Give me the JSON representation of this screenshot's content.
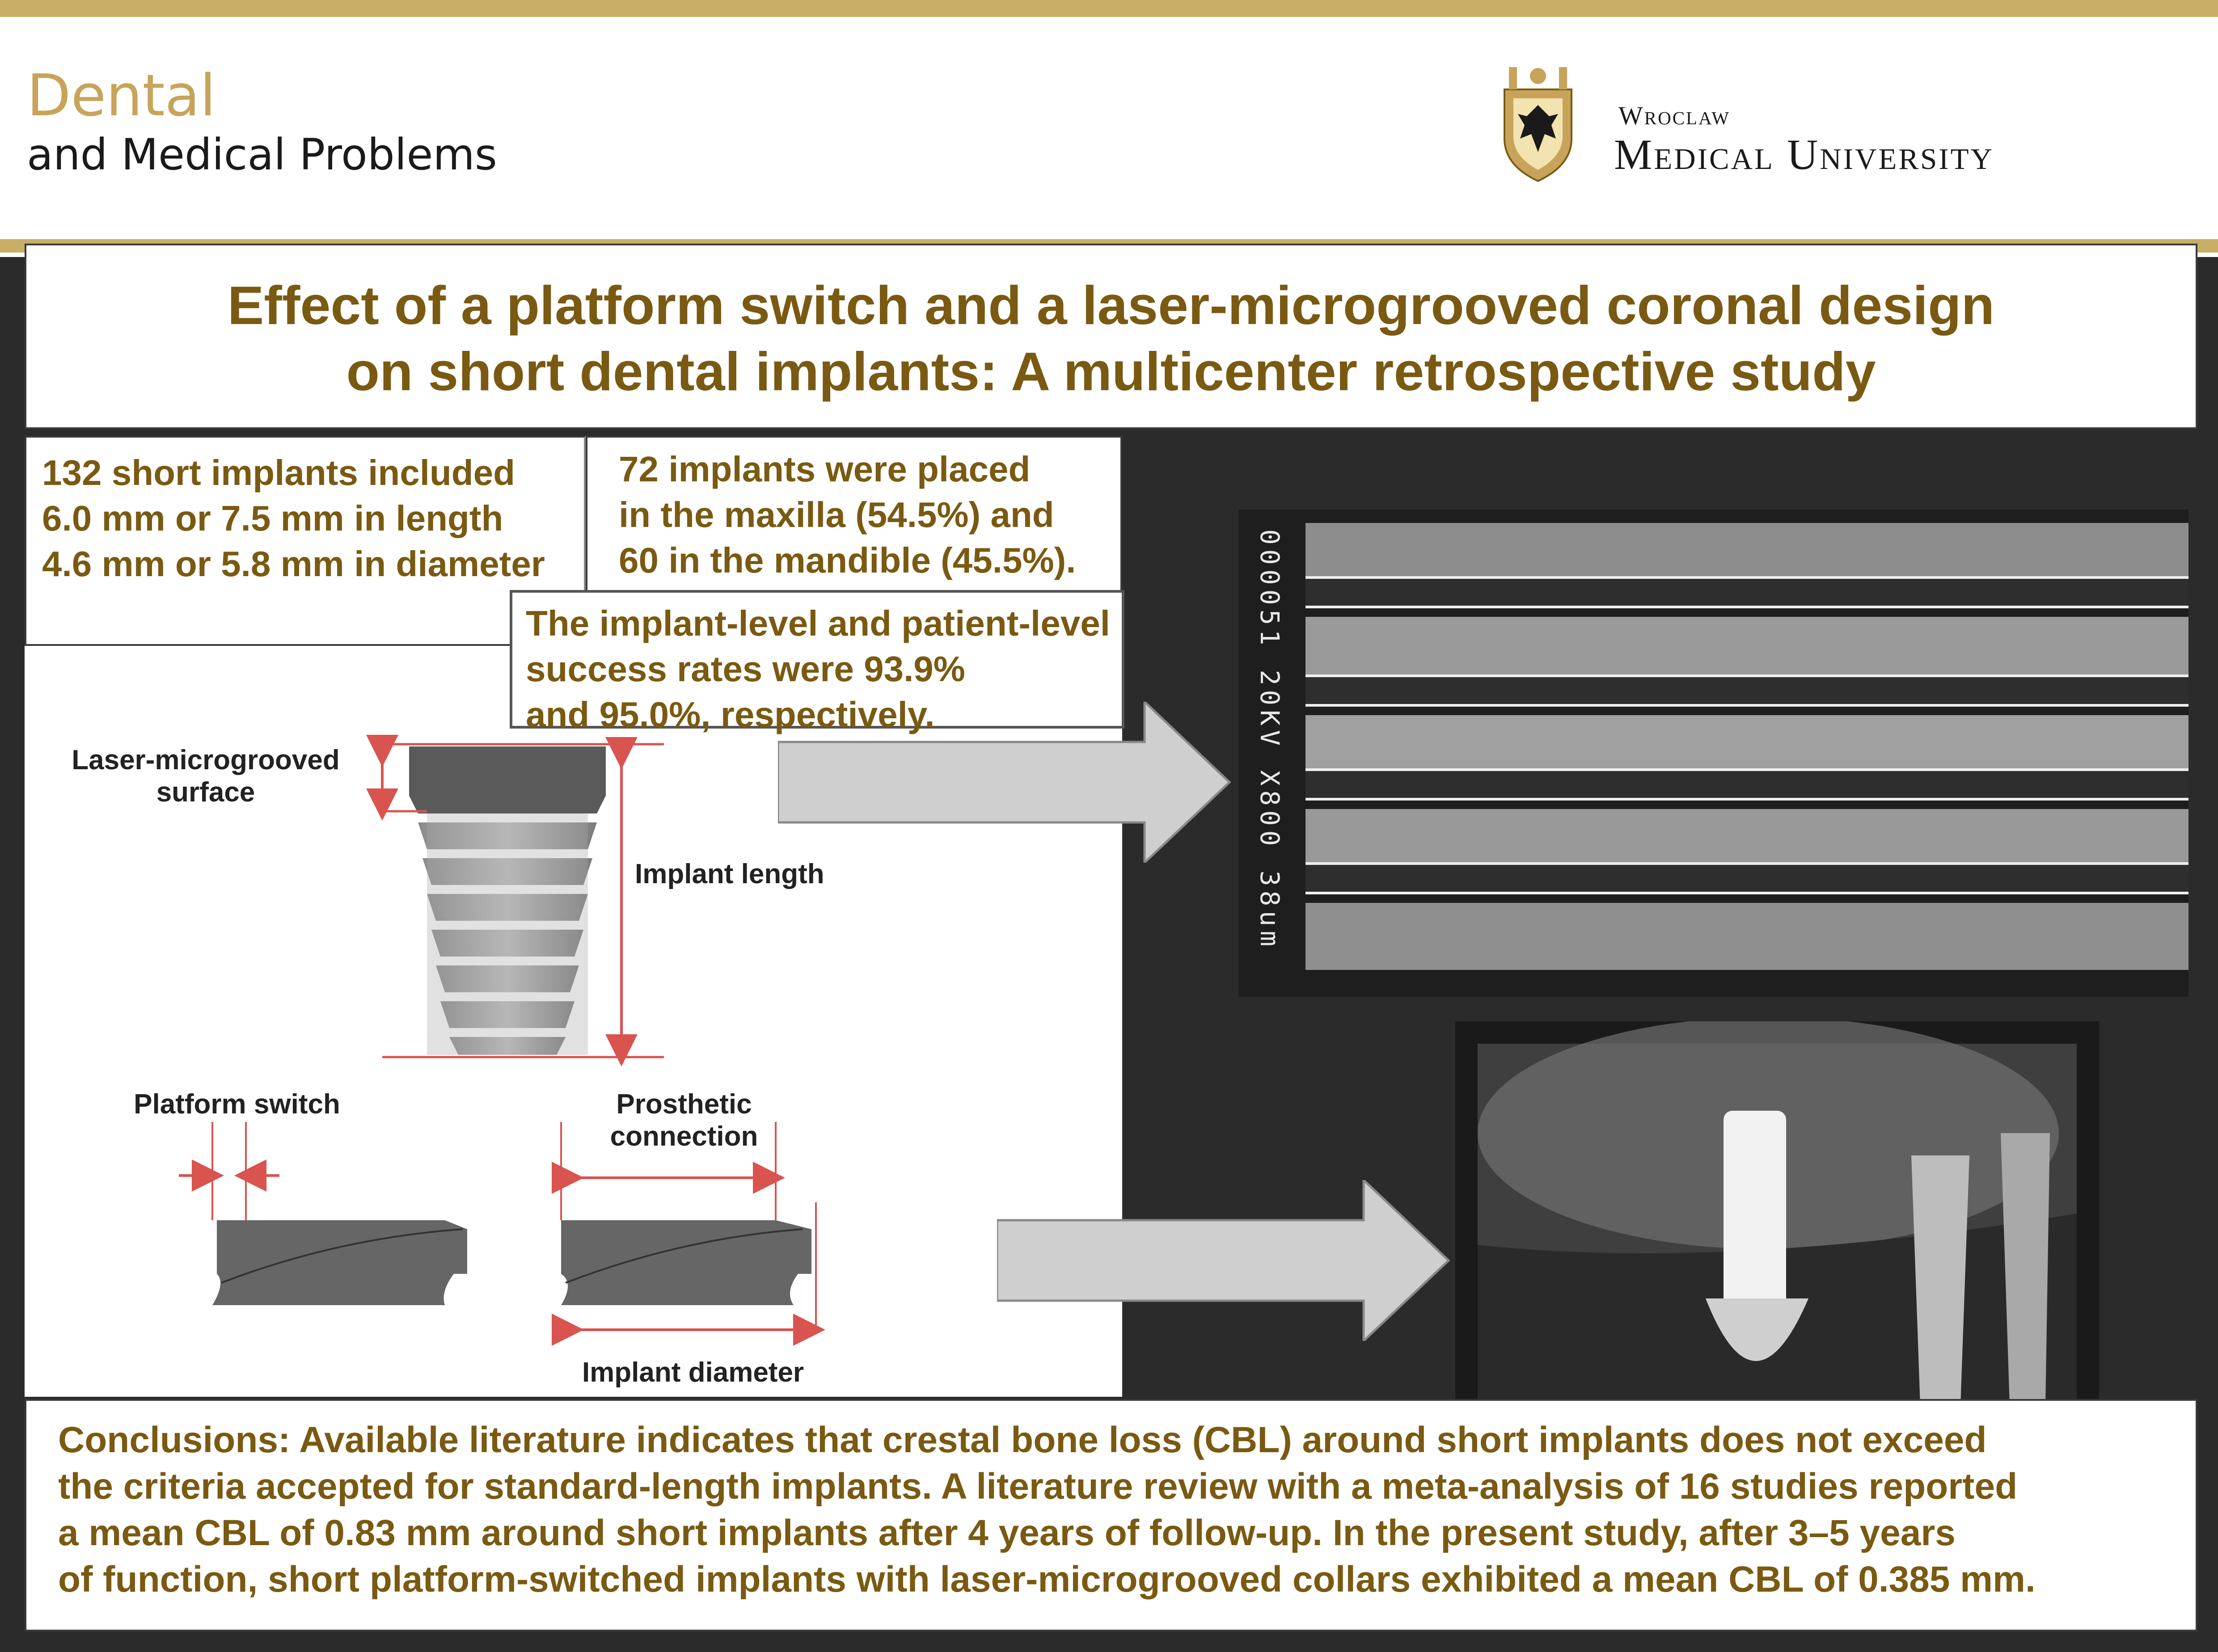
{
  "header": {
    "journal_line1": "Dental",
    "journal_line2": "and Medical Problems",
    "university_line1": "Wroclaw",
    "university_line2": "Medical University"
  },
  "title": {
    "line1": "Effect of a platform switch and a laser-microgrooved coronal design",
    "line2": "on short dental implants: A multicenter retrospective study"
  },
  "facts": {
    "box1": [
      "132 short implants included",
      "6.0 mm or 7.5 mm in length",
      "4.6 mm or 5.8 mm in diameter"
    ],
    "box2": [
      "72 implants were placed",
      "in the maxilla (54.5%) and",
      "60 in the mandible (45.5%)."
    ],
    "box3": [
      "The implant-level and patient-level",
      "success rates were 93.9%",
      "and 95.0%, respectively."
    ]
  },
  "diagram": {
    "laser_label_1": "Laser-microgrooved",
    "laser_label_2": "surface",
    "implant_length": "Implant length",
    "platform_switch": "Platform switch",
    "prosthetic_1": "Prosthetic",
    "prosthetic_2": "connection",
    "implant_diameter": "Implant diameter"
  },
  "sem": {
    "vertical_label": "000051 20KV X800 38um"
  },
  "conclusions": {
    "lines": [
      "Conclusions: Available literature indicates that crestal bone loss (CBL) around short implants does not exceed",
      "the criteria accepted for standard-length implants. A literature review with a meta-analysis of 16 studies reported",
      "a mean CBL of 0.83 mm around short implants after 4 years of follow-up. In the present study, after 3–5 years",
      "of function, short platform-switched implants with laser-microgrooved collars exhibited a mean CBL of 0.385 mm."
    ]
  },
  "colors": {
    "gold": "#c8ae66",
    "title_brown": "#7a5a12",
    "panel_dark": "#2b2b2b",
    "dimension_red": "#d9534f"
  }
}
